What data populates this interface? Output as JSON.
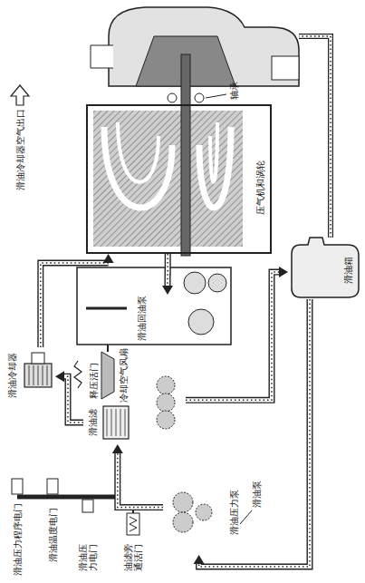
{
  "diagram": {
    "nodes": [
      {
        "text": [
          "压气机和涡轮"
        ]
      },
      {
        "text": [
          "滑油箱"
        ]
      },
      {
        "text": [
          "滑油冷却器"
        ]
      },
      {
        "text": [
          "滑油回油泵"
        ]
      },
      {
        "text": [
          "滑油压力泵"
        ]
      },
      {
        "text": [
          "滑油滤"
        ]
      }
    ],
    "edges": [
      {
        "from": 1,
        "to": 4,
        "arrow": "to"
      },
      {
        "from": 4,
        "to": 5,
        "arrow": "to"
      },
      {
        "from": 5,
        "to": 2,
        "arrow": "to"
      },
      {
        "from": 2,
        "to": 0,
        "arrow": "to"
      },
      {
        "from": 0,
        "to": 3,
        "arrow": "to"
      },
      {
        "from": 3,
        "to": 1,
        "arrow": "to"
      }
    ],
    "labels": [
      "轴承",
      "滑油冷却器空气出口",
      "冷却空气风扇",
      "释压活门",
      "滑油泵",
      "滑油压力程序电门",
      "滑油温度电门",
      "滑油压力电门",
      "油滤旁通活门"
    ]
  }
}
